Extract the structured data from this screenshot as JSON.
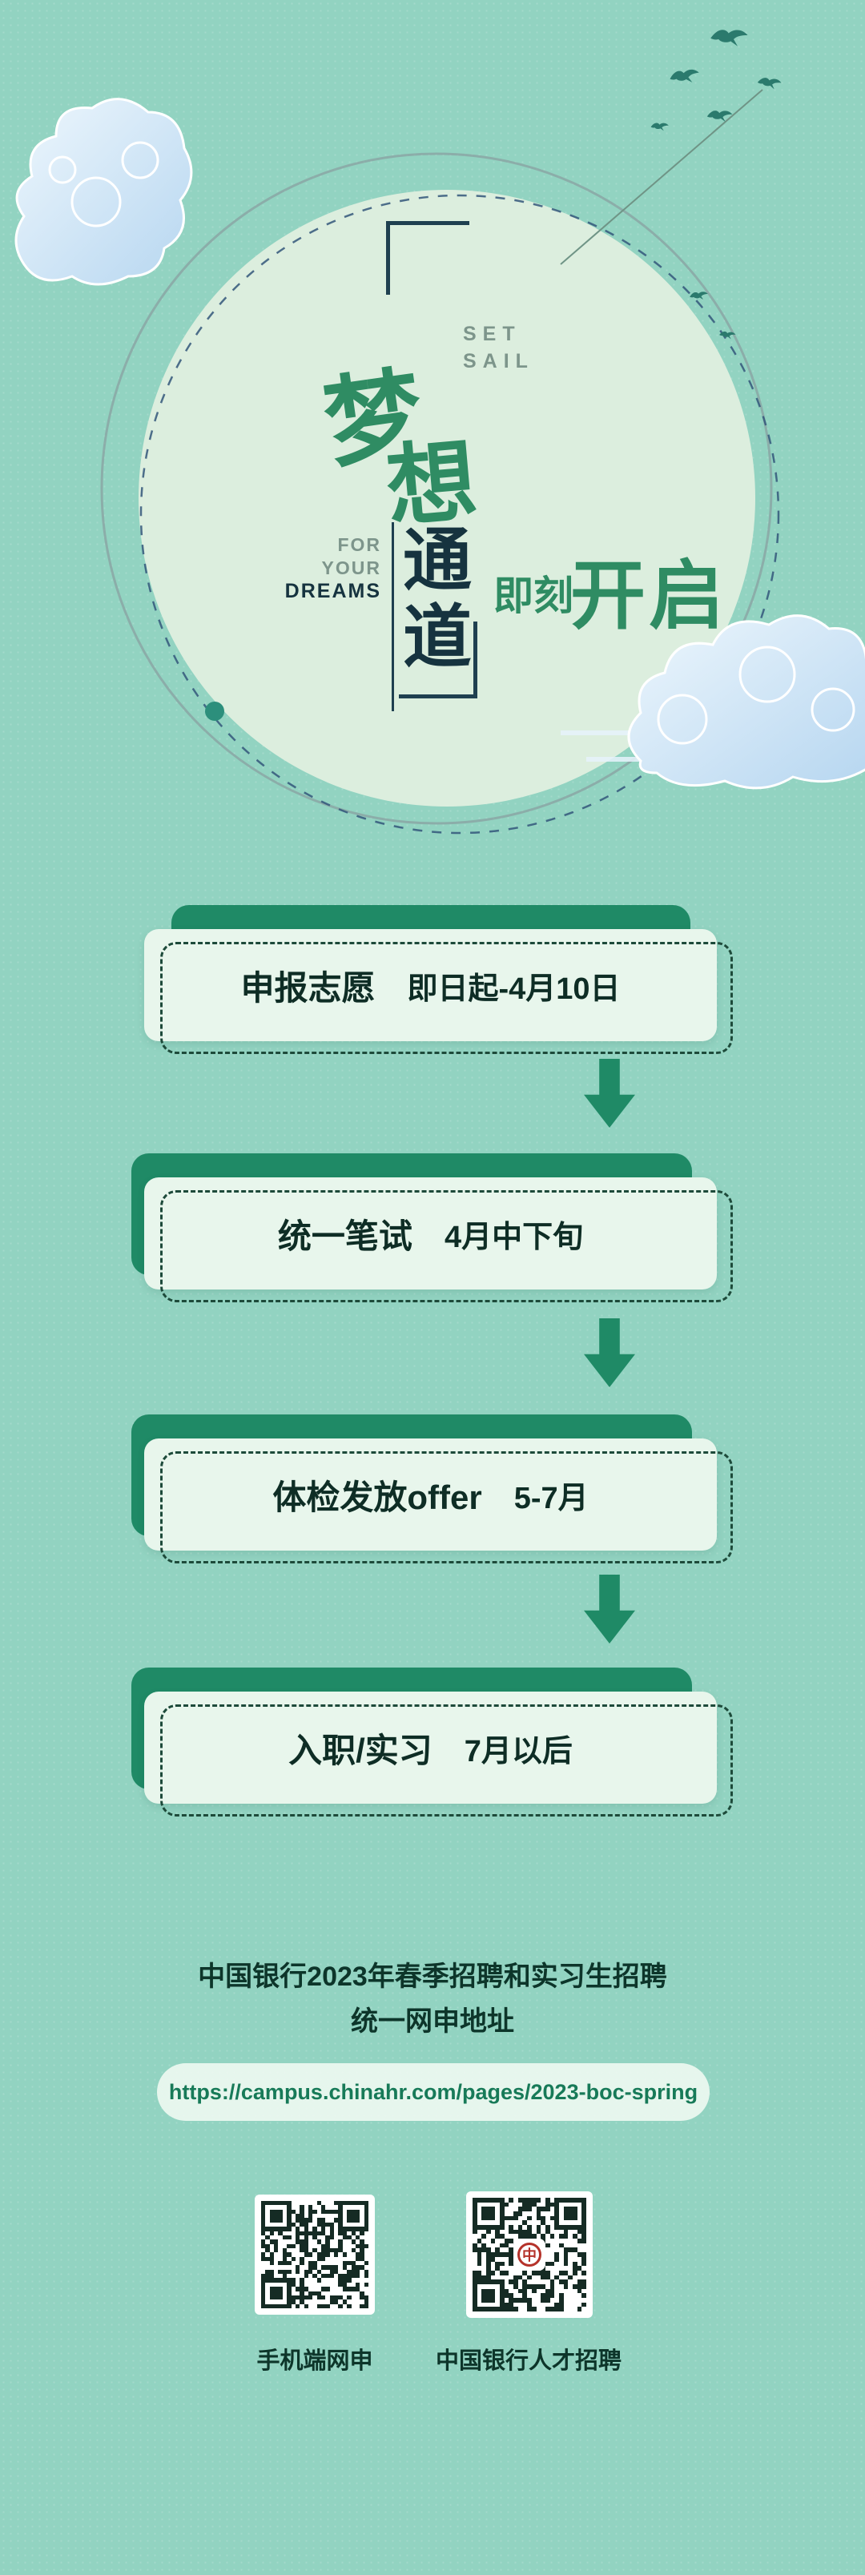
{
  "hero": {
    "en_top_1": "SET",
    "en_top_2": "SAIL",
    "dream1": "梦",
    "dream2": "想",
    "en_mid_1": "FOR",
    "en_mid_2": "YOUR",
    "en_mid_3": "DREAMS",
    "channel1": "通",
    "channel2": "道",
    "tag_small": "即刻",
    "tag_big": "开启"
  },
  "steps": [
    {
      "title": "申报志愿",
      "time": "即日起-4月10日"
    },
    {
      "title": "统一笔试",
      "time": "4月中下旬"
    },
    {
      "title": "体检发放offer",
      "time": "5-7月"
    },
    {
      "title": "入职/实习",
      "time": "7月以后"
    }
  ],
  "footer": {
    "line1": "中国银行2023年春季招聘和实习生招聘",
    "line2": "统一网申地址",
    "url": "https://campus.chinahr.com/pages/2023-boc-spring",
    "qr_left_label": "手机端网申",
    "qr_right_label": "中国银行人才招聘",
    "qr_logo_glyph": "中"
  },
  "icons": {
    "bird": "flying-bird-silhouette",
    "cloud": "chinese-style-cloud",
    "arrow": "solid-down-arrow",
    "qr": "qr-code",
    "brackets": "corner-frame-brackets"
  },
  "colors": {
    "background": "#92d3c1",
    "circle": "#dceede",
    "card_green": "#1f8a66",
    "card_light": "#e8f6ec",
    "accent_green": "#2f8c63",
    "dark_text": "#16333f",
    "dashed_border": "#1d4a3a",
    "url_text": "#177a58",
    "cloud_blue": "#bcd9f2"
  }
}
